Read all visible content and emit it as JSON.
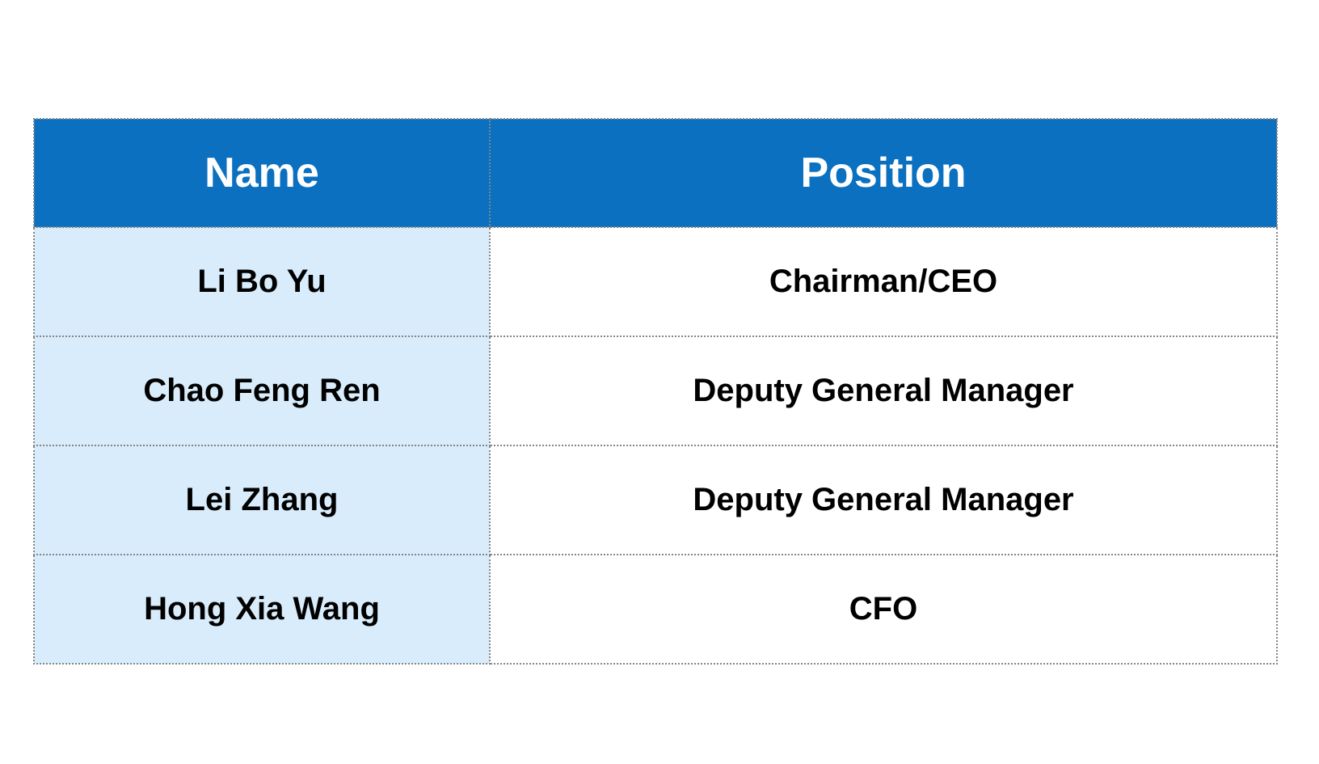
{
  "table": {
    "columns": [
      {
        "label": "Name"
      },
      {
        "label": "Position"
      }
    ],
    "rows": [
      {
        "name": "Li Bo Yu",
        "position": "Chairman/CEO"
      },
      {
        "name": "Chao Feng Ren",
        "position": "Deputy General Manager"
      },
      {
        "name": "Lei Zhang",
        "position": "Deputy General Manager"
      },
      {
        "name": "Hong Xia Wang",
        "position": "CFO"
      }
    ],
    "colors": {
      "header_bg": "#0a70bf",
      "header_text": "#ffffff",
      "name_cell_bg": "#d8ecfb",
      "cell_text": "#000000",
      "border": "#858585",
      "page_bg": "#ffffff"
    }
  }
}
